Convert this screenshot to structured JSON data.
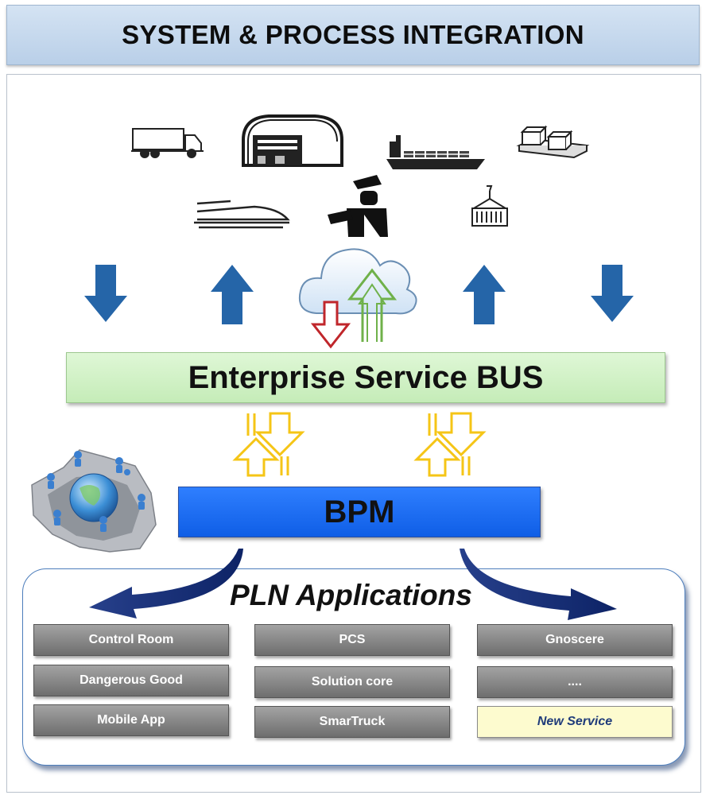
{
  "header": {
    "title": "SYSTEM & PROCESS INTEGRATION"
  },
  "icons": [
    "truck-icon",
    "warehouse-icon",
    "cargo-ship-icon",
    "conveyor-boxes-icon",
    "high-speed-train-icon",
    "customs-officer-icon",
    "container-crane-icon",
    "cloud-icon",
    "network-globe-icon"
  ],
  "esb": {
    "label": "Enterprise Service BUS"
  },
  "bpm": {
    "label": "BPM"
  },
  "applications": {
    "title": "PLN Applications",
    "columns": [
      [
        "Control Room",
        "Dangerous Good",
        "Mobile App"
      ],
      [
        "PCS",
        "Solution core",
        "SmarTruck"
      ],
      [
        "Gnoscere",
        "....",
        "New Service"
      ]
    ]
  },
  "colors": {
    "arrow_blue": "#2565a8",
    "cloud_arrow_red": "#c0262b",
    "cloud_arrow_green": "#6fb14a",
    "exchange_arrow": "#f5c516",
    "esb_fill": "#d6f3cb",
    "bpm_fill": "#1f6ef5",
    "app_box": "#8a8a8a",
    "new_service_fill": "#fdfbcf"
  }
}
